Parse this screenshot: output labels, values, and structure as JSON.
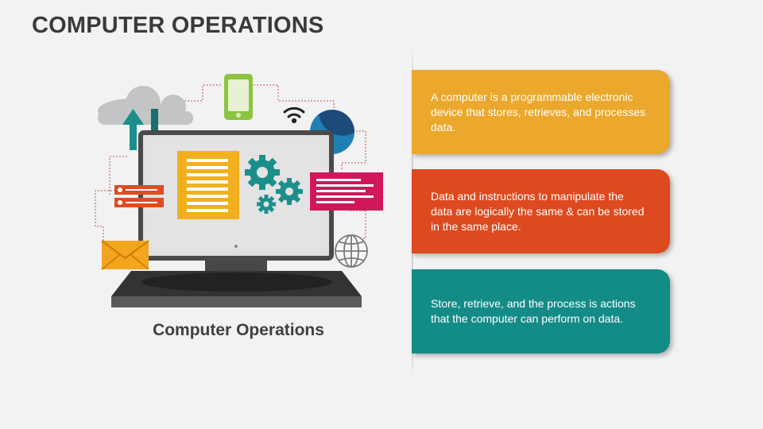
{
  "slide": {
    "title": "COMPUTER OPERATIONS",
    "caption": "Computer Operations"
  },
  "cards": [
    {
      "text": "A computer is a programmable electronic device that stores, retrieves, and processes data.",
      "color": "#eca82c"
    },
    {
      "text": "Data and instructions to manipulate the data are logically the same & can be stored in the same place.",
      "color": "#de4a1f"
    },
    {
      "text": "Store, retrieve, and the process is actions that the computer can perform on data.",
      "color": "#138c87"
    }
  ],
  "icons": {
    "cloud": "cloud-icon",
    "upload": "upload-arrow-icon",
    "download": "download-arrow-icon",
    "phone": "smartphone-icon",
    "wifi": "wifi-icon",
    "sphere": "sphere-icon",
    "document": "document-icon",
    "gears": "gear-icon",
    "webpage": "webpage-icon",
    "form": "form-icon",
    "mail": "envelope-icon",
    "globe": "globe-icon"
  }
}
